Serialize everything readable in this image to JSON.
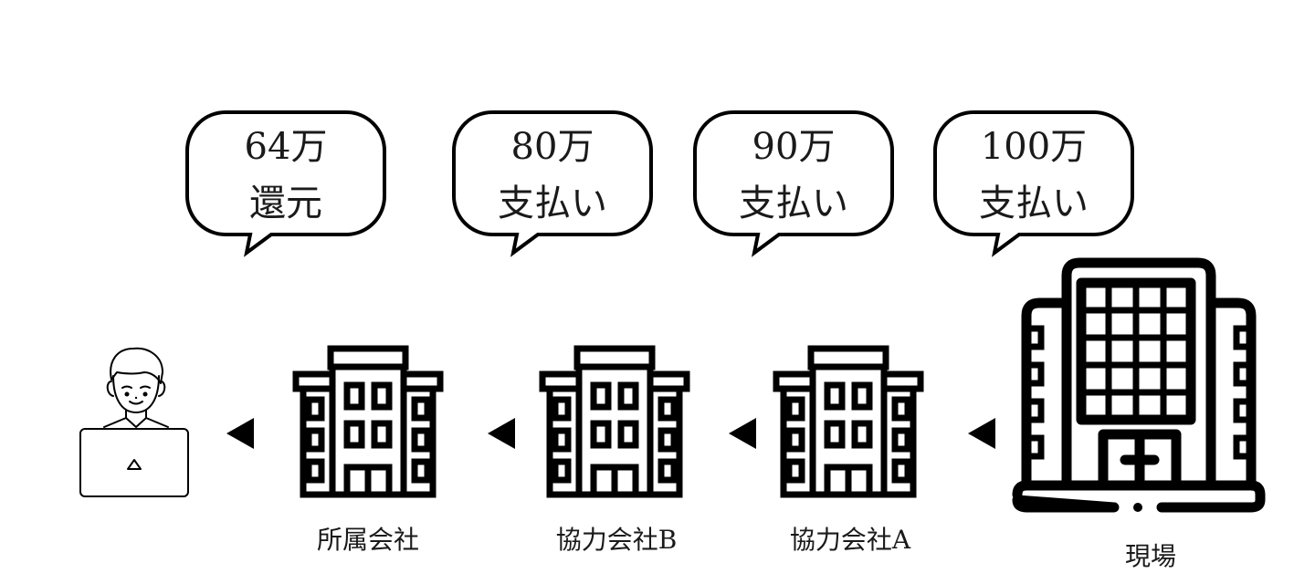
{
  "bubbles": [
    {
      "amount": "64万",
      "action": "還元"
    },
    {
      "amount": "80万",
      "action": "支払い"
    },
    {
      "amount": "90万",
      "action": "支払い"
    },
    {
      "amount": "100万",
      "action": "支払い"
    }
  ],
  "nodes": {
    "worker": {
      "icon": "person-laptop-icon"
    },
    "own_company": {
      "label": "所属会社",
      "icon": "building-icon"
    },
    "partner_b": {
      "label": "協力会社B",
      "icon": "building-icon"
    },
    "partner_a": {
      "label": "協力会社A",
      "icon": "building-icon"
    },
    "site": {
      "label": "現場",
      "icon": "office-tower-icon"
    }
  },
  "flow_direction": "right-to-left"
}
